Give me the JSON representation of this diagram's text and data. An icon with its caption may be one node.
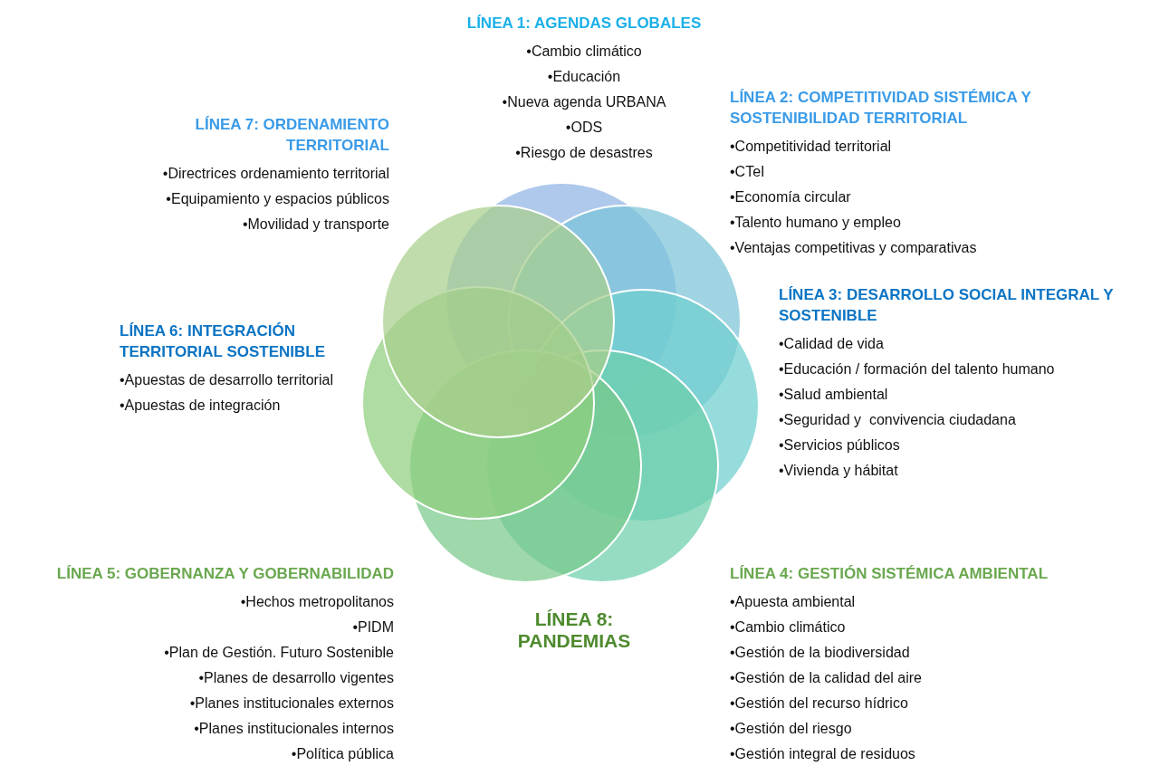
{
  "diagram": {
    "labels": [
      "LÍNEA 1: AGENDAS GLOBALES",
      "•Cambio climático",
      "•Educación",
      "•Nueva agenda URBANA",
      "•ODS",
      "•Riesgo de desastres",
      "LÍNEA 2: COMPETITIVIDAD SISTÉMICA Y SOSTENIBILIDAD TERRITORIAL",
      "•Competitividad territorial",
      "•CTeI",
      "•Economía circular",
      "•Talento humano y empleo",
      "•Ventajas competitivas y comparativas",
      "LÍNEA 7: ORDENAMIENTO TERRITORIAL",
      "•Directrices ordenamiento territorial",
      "•Equipamiento y espacios públicos",
      "•Movilidad y transporte",
      "LÍNEA 3: DESARROLLO SOCIAL INTEGRAL Y SOSTENIBLE",
      "•Calidad de vida",
      "•Educación / formación del talento humano",
      "•Salud ambiental",
      "•Seguridad y  convivencia ciudadana",
      "•Servicios públicos",
      "•Vivienda y hábitat",
      "LÍNEA 6: INTEGRACIÓN TERRITORIAL SOSTENIBLE",
      "•Apuestas de desarrollo territorial",
      "•Apuestas de integración",
      "LÍNEA 5: GOBERNANZA Y GOBERNABILIDAD",
      "•Hechos metropolitanos",
      "•PIDM",
      "•Plan de Gestión. Futuro Sostenible",
      "•Planes de desarrollo vigentes",
      "•Planes institucionales externos",
      "•Planes institucionales internos",
      "•Política pública",
      "LÍNEA 8: PANDEMIAS",
      "LÍNEA 4: GESTIÓN SISTÉMICA AMBIENTAL",
      "•Apuesta ambiental",
      "•Cambio climático",
      "•Gestión de la biodiversidad",
      "•Gestión de la calidad del aire",
      "•Gestión del recurso hídrico",
      "•Gestión del riesgo",
      "•Gestión integral de residuos"
    ]
  }
}
